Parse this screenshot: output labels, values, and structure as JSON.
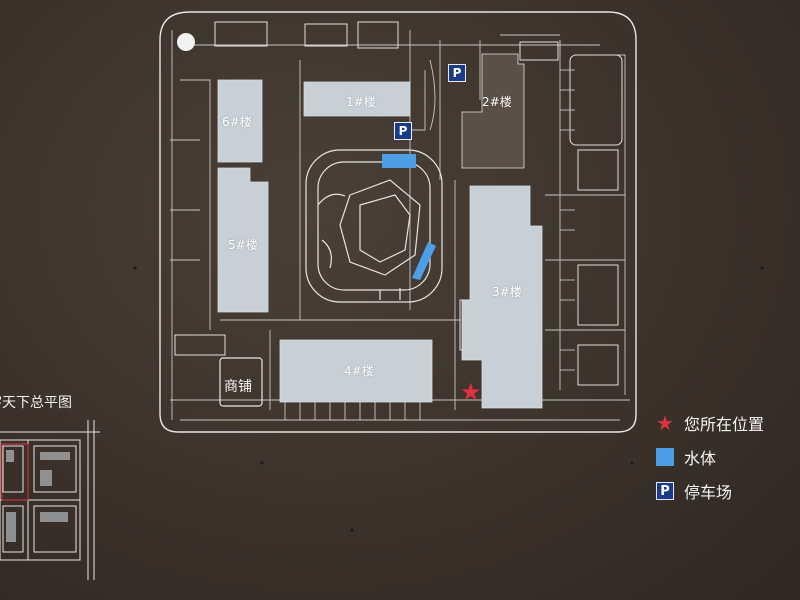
{
  "map": {
    "title": "宇天下总平图",
    "buildings": {
      "b1": "1#楼",
      "b2": "2#楼",
      "b3": "3#楼",
      "b4": "4#楼",
      "b5": "5#楼",
      "b6": "6#楼",
      "shop": "商铺"
    },
    "parking_symbol": "P",
    "legend": {
      "you_are_here": "您所在位置",
      "water": "水体",
      "parking": "停车场"
    },
    "colors": {
      "building": "#c8d0d6",
      "water": "#4d9ee6",
      "parking": "#1c3a8a",
      "marker": "#e0313f",
      "line": "#e8e8e8",
      "board": "#3b322b"
    }
  }
}
